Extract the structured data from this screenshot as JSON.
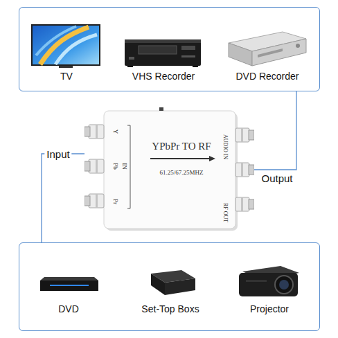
{
  "diagram": {
    "nodes": [
      {
        "text": [
          "TV",
          "VHS Recorder",
          "DVD Recorder"
        ]
      },
      {
        "text": [
          "YPbPr TO RF",
          "61.25/67.25MHZ",
          "Y",
          "Pb",
          "Pr",
          "IN",
          "AUDIO IN",
          "RF OUT"
        ]
      },
      {
        "text": [
          "DVD",
          "Set-Top Boxs",
          "Projector"
        ]
      }
    ],
    "edges": [
      {
        "from": 1,
        "to": 0,
        "arrow": "none",
        "label": "Output"
      },
      {
        "from": 2,
        "to": 1,
        "arrow": "none",
        "label": "Input"
      }
    ]
  }
}
